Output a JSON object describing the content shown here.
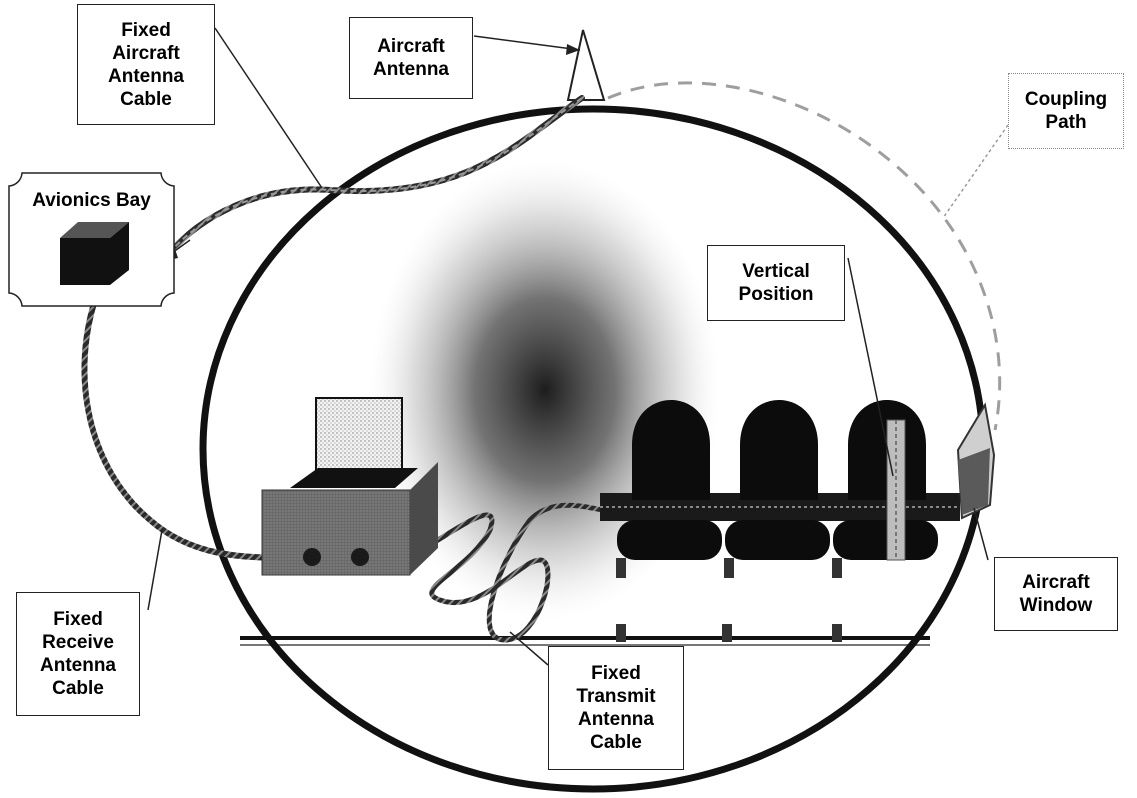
{
  "labels": {
    "fixed_aircraft_antenna_cable": "Fixed\nAircraft\nAntenna\nCable",
    "aircraft_antenna": "Aircraft\nAntenna",
    "coupling_path": "Coupling\nPath",
    "avionics_bay": "Avionics Bay",
    "vertical_position": "Vertical\nPosition",
    "aircraft_window": "Aircraft\nWindow",
    "fixed_receive_antenna_cable": "Fixed\nReceive\nAntenna\nCable",
    "fixed_transmit_antenna_cable": "Fixed\nTransmit\nAntenna\nCable"
  },
  "colors": {
    "fuselage_stroke": "#111111",
    "seat_fill": "#0c0c0c",
    "cable_dark": "#2a2a2a",
    "cable_light": "#9a9a9a",
    "coupling_path": "#9e9e9e",
    "box_fill": "#5a5a5a",
    "background": "#ffffff"
  }
}
